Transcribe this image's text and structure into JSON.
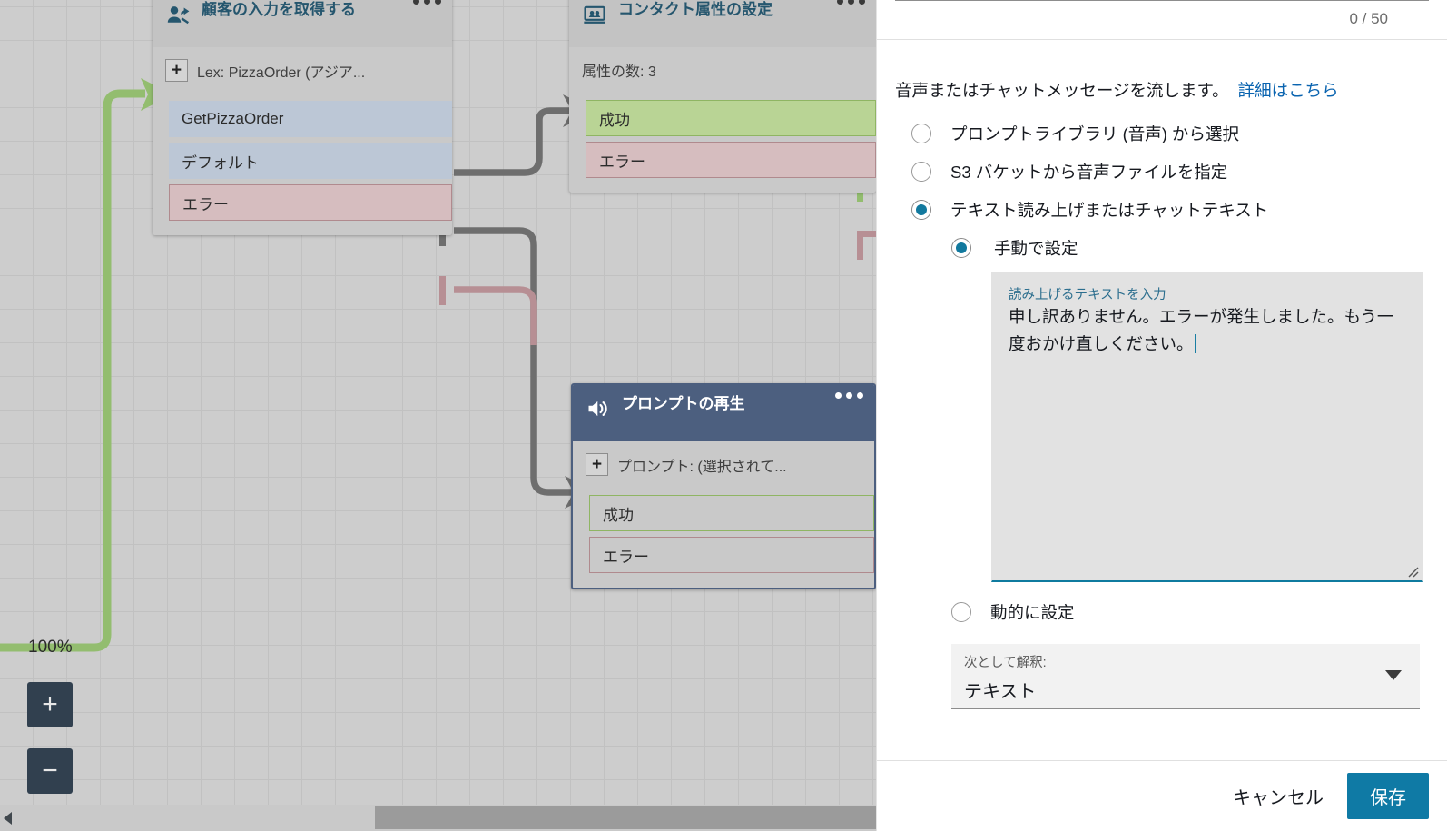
{
  "canvas": {
    "zoom_level": "100%",
    "zoom_in_label": "+",
    "zoom_out_label": "−",
    "nodes": [
      {
        "id": "get-customer-input",
        "title": "顧客の入力を取得する",
        "icon": "get-customer-input-icon",
        "menu": "•••",
        "subtitle": "Lex: PizzaOrder (アジア...",
        "has_plus": true,
        "ports": [
          {
            "label": "GetPizzaOrder",
            "kind": "blue"
          },
          {
            "label": "デフォルト",
            "kind": "blue"
          },
          {
            "label": "エラー",
            "kind": "red"
          }
        ]
      },
      {
        "id": "set-contact-attributes",
        "title": "コンタクト属性の設定",
        "icon": "set-contact-attributes-icon",
        "menu": "•••",
        "subtitle": "属性の数: 3",
        "has_plus": false,
        "ports": [
          {
            "label": "成功",
            "kind": "green"
          },
          {
            "label": "エラー",
            "kind": "red"
          }
        ]
      },
      {
        "id": "play-prompt",
        "title": "プロンプトの再生",
        "icon": "speaker-icon",
        "menu": "•••",
        "subtitle": "プロンプト: (選択されて...",
        "has_plus": true,
        "ports": [
          {
            "label": "成功",
            "kind": "greenout"
          },
          {
            "label": "エラー",
            "kind": "redout"
          }
        ]
      }
    ]
  },
  "panel": {
    "char_counter": "0 / 50",
    "intro_text": "音声またはチャットメッセージを流します。",
    "intro_link": "詳細はこちら",
    "source_options": [
      {
        "label": "プロンプトライブラリ (音声) から選択",
        "checked": false
      },
      {
        "label": "S3 バケットから音声ファイルを指定",
        "checked": false
      },
      {
        "label": "テキスト読み上げまたはチャットテキスト",
        "checked": true
      }
    ],
    "manual_option": {
      "label": "手動で設定",
      "checked": true
    },
    "dynamic_option": {
      "label": "動的に設定",
      "checked": false
    },
    "textarea": {
      "hint": "読み上げるテキストを入力",
      "value": "申し訳ありません。エラーが発生しました。もう一度おかけ直しください。"
    },
    "interpret_select": {
      "caption": "次として解釈:",
      "value": "テキスト"
    },
    "footer": {
      "cancel_label": "キャンセル",
      "save_label": "保存"
    }
  },
  "colors": {
    "accent": "#0f7aa5",
    "link": "#0a64b0",
    "node_title": "#25566e",
    "prompt_header": "#4c5f7f",
    "success_green": "#8fb563",
    "error_red": "#b08a8e",
    "connector_gray": "#6e6e6e",
    "connector_green": "#93bd6f",
    "connector_red": "#b78f94"
  }
}
